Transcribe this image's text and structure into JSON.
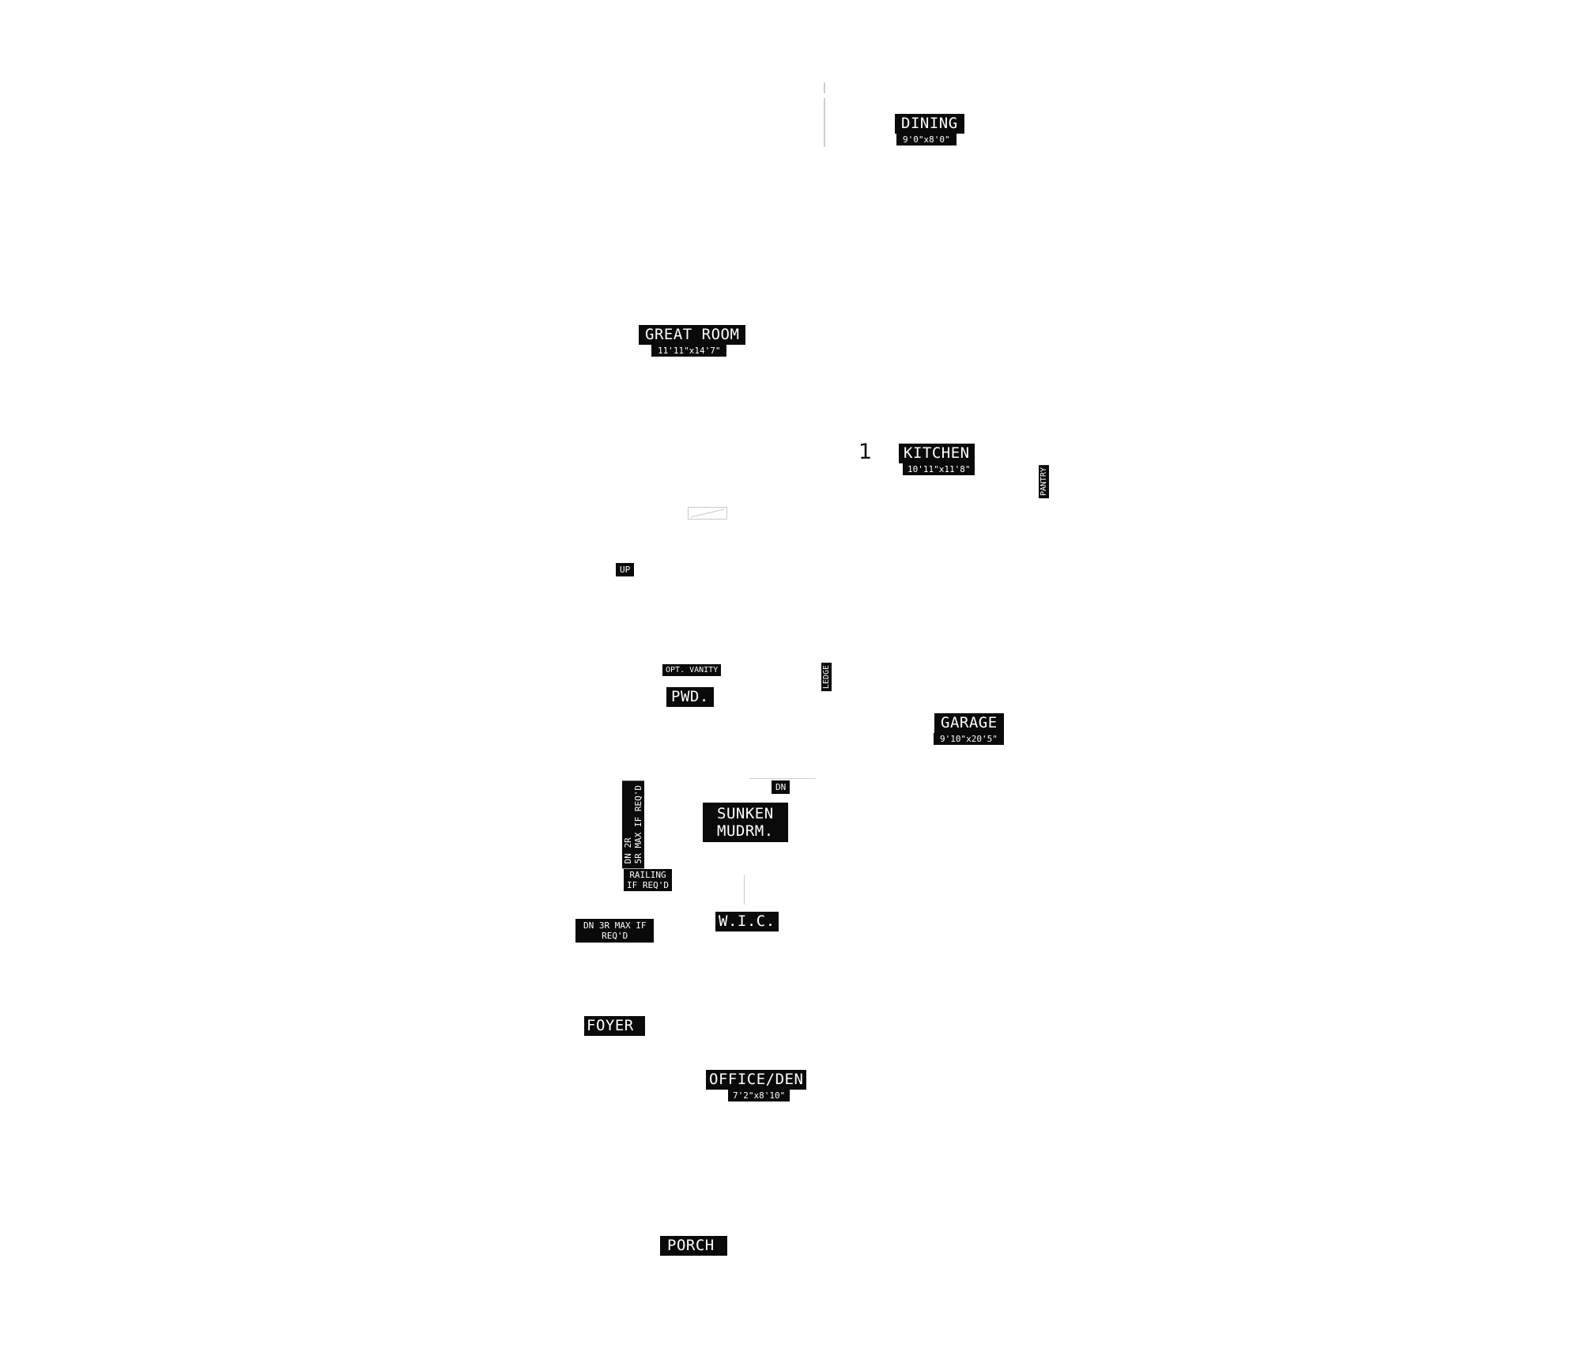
{
  "rooms": {
    "dining": {
      "name": "DINING",
      "dim": "9'0\"x8'0\""
    },
    "great_room": {
      "name": "GREAT ROOM",
      "dim": "11'11\"x14'7\""
    },
    "kitchen": {
      "name": "KITCHEN",
      "dim": "10'11\"x11'8\""
    },
    "garage": {
      "name": "GARAGE",
      "dim": "9'10\"x20'5\""
    },
    "office": {
      "name": "OFFICE/DEN",
      "dim": "7'2\"x8'10\""
    },
    "pwd": {
      "name": "PWD."
    },
    "mudroom": {
      "name": "SUNKEN\nMUDRM."
    },
    "wic": {
      "name": "W.I.C."
    },
    "foyer": {
      "name": "FOYER"
    },
    "porch": {
      "name": "PORCH"
    }
  },
  "notes": {
    "pantry": "PANTRY",
    "up": "UP",
    "opt_vanity": "OPT. VANITY",
    "ledge": "LEDGE",
    "dn": "DN",
    "dn_2r": "DN 2R\n5R MAX IF REQ'D",
    "railing": "RAILING\nIF REQ'D",
    "dn_3r": "DN 3R MAX IF\nREQ'D"
  },
  "marker": "1"
}
